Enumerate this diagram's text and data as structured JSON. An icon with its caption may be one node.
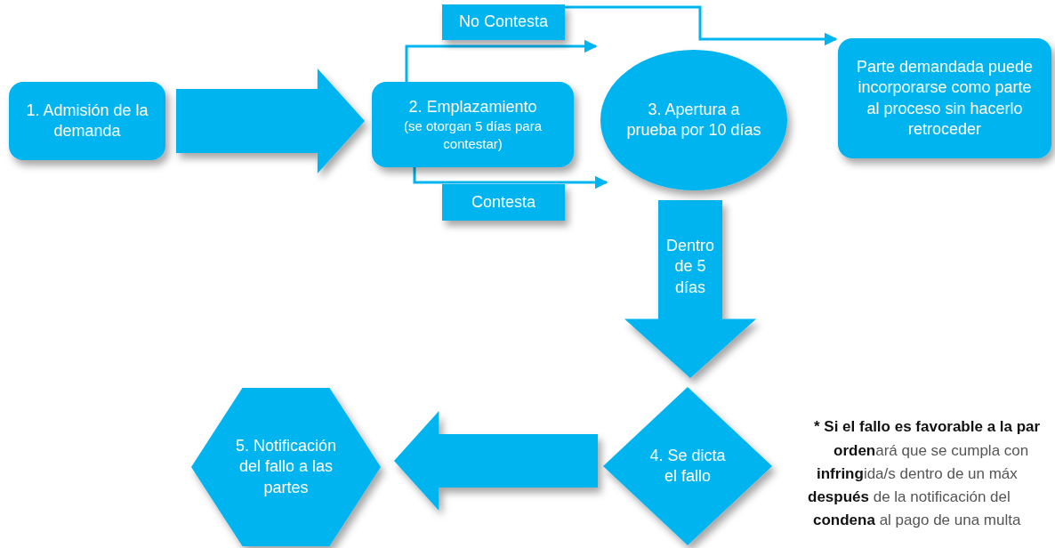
{
  "diagram": {
    "nodes": [
      {
        "text": [
          "1. Admisión de la demanda"
        ]
      },
      {
        "text": [
          "2. Emplazamiento",
          "(se otorgan 5 días para contestar)"
        ]
      },
      {
        "text": [
          "3. Apertura a prueba por 10 días"
        ]
      },
      {
        "text": [
          "Parte demandada puede incorporarse como parte al proceso sin hacerlo retroceder"
        ]
      },
      {
        "text": [
          "4. Se dicta el fallo"
        ]
      },
      {
        "text": [
          "5. Notificación del fallo a las partes"
        ]
      },
      {
        "text": [
          "No Contesta"
        ]
      }
    ],
    "edges": [
      {
        "from": 0,
        "to": 1,
        "arrow": "to",
        "style": "thick"
      },
      {
        "from": 1,
        "to": null,
        "arrow": "to"
      },
      {
        "from": 1,
        "to": 2,
        "arrow": "to",
        "label": "Contesta"
      },
      {
        "from": 6,
        "to": 3,
        "arrow": "to"
      },
      {
        "from": 2,
        "to": 4,
        "arrow": "to",
        "style": "thick",
        "label": "Dentro de 5 días"
      },
      {
        "from": 4,
        "to": 5,
        "arrow": "to",
        "style": "thick"
      }
    ],
    "labels": [
      "* Si el fallo es favorable a la par",
      "**orden**ará que se cumpla con",
      "**infring**ida/s dentro de un máx",
      "**después** de la notificación del",
      "**condena** al pago de una multa"
    ]
  }
}
